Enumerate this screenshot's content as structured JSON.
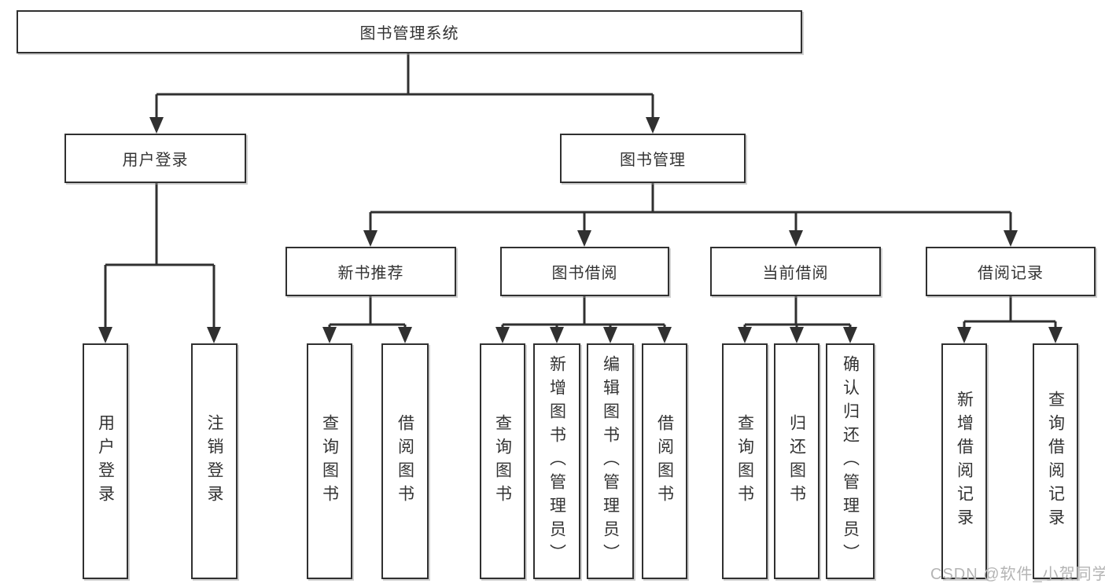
{
  "colors": {
    "line": "#303030",
    "box_border": "#303030",
    "box_background": "#ffffff",
    "text": "#333333",
    "watermark": "#b4b4b4"
  },
  "watermark": {
    "text": "CSDN @软件_小贺同学"
  },
  "tree": {
    "label": "图书管理系统",
    "children": [
      {
        "label": "用户登录",
        "children": [
          {
            "label": "用户登录"
          },
          {
            "label": "注销登录"
          }
        ]
      },
      {
        "label": "图书管理",
        "children": [
          {
            "label": "新书推荐",
            "children": [
              {
                "label": "查询图书"
              },
              {
                "label": "借阅图书"
              }
            ]
          },
          {
            "label": "图书借阅",
            "children": [
              {
                "label": "查询图书"
              },
              {
                "label": "新增图书（管理员）"
              },
              {
                "label": "编辑图书（管理员）"
              },
              {
                "label": "借阅图书"
              }
            ]
          },
          {
            "label": "当前借阅",
            "children": [
              {
                "label": "查询图书"
              },
              {
                "label": "归还图书"
              },
              {
                "label": "确认归还（管理员）"
              }
            ]
          },
          {
            "label": "借阅记录",
            "children": [
              {
                "label": "新增借阅记录"
              },
              {
                "label": "查询借阅记录"
              }
            ]
          }
        ]
      }
    ]
  }
}
